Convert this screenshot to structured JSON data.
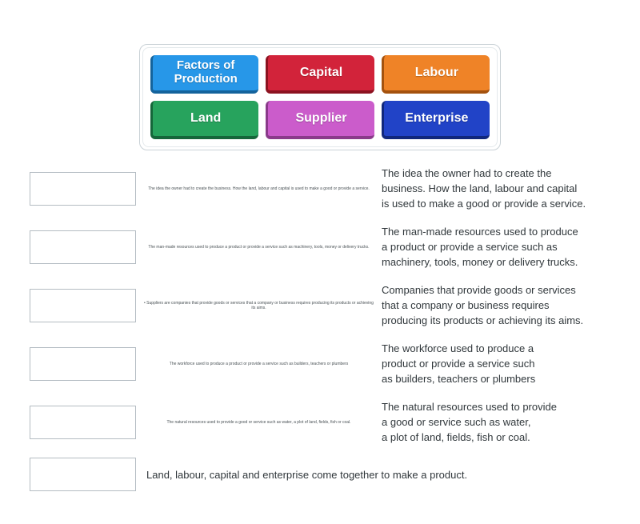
{
  "word_bank": {
    "tiles": [
      {
        "label": "Factors of Production",
        "color": "#2797e8",
        "edge": "#14639c"
      },
      {
        "label": "Capital",
        "color": "#d2233a",
        "edge": "#8c1220"
      },
      {
        "label": "Labour",
        "color": "#ef8327",
        "edge": "#a4520e"
      },
      {
        "label": "Land",
        "color": "#27a35d",
        "edge": "#15663a"
      },
      {
        "label": "Supplier",
        "color": "#cb5ccb",
        "edge": "#8a3a8a"
      },
      {
        "label": "Enterprise",
        "color": "#2143c7",
        "edge": "#10277c"
      }
    ]
  },
  "rows": [
    {
      "small": "The idea the owner had to create the business. How the land, labour and capital is used to make a good or provide a service.",
      "lines": [
        "The idea the owner had to create the",
        "business. How the land, labour and capital",
        "is used to make a good or provide a service."
      ]
    },
    {
      "small": "The man-made resources used to produce a product or provide a service such as machinery, tools, money or delivery trucks.",
      "lines": [
        "The man-made resources used to produce",
        "a product or provide a service such as",
        "machinery, tools, money or delivery trucks."
      ]
    },
    {
      "small": "•  Suppliers are companies that provide goods or services that a company or business requires producing its products or achieving its aims.",
      "lines": [
        "Companies that provide goods or services",
        "that a company or business requires",
        "producing its products or achieving its aims."
      ]
    },
    {
      "small": "The workforce used to produce a product or provide a service such as builders, teachers or plumbers",
      "lines": [
        "The workforce used to produce a",
        "product or provide a service such",
        "as builders, teachers or plumbers"
      ]
    },
    {
      "small": "The natural resources used to provide a good or service such as water, a plot of land, fields, fish or coal.",
      "lines": [
        "The natural resources used to provide",
        "a good or service such as water,",
        "a plot of land, fields, fish or coal."
      ]
    },
    {
      "text": "Land, labour, capital and enterprise come together to make a product."
    }
  ]
}
